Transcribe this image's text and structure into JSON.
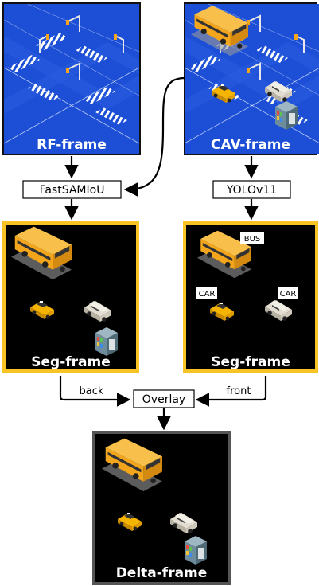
{
  "frames": {
    "rf": "RF-frame",
    "cav": "CAV-frame",
    "seg_left": "Seg-frame",
    "seg_right": "Seg-frame",
    "delta": "Delta-frame"
  },
  "processes": {
    "fastsam": "FastSAMIoU",
    "yolo": "YOLOv11",
    "overlay": "Overlay"
  },
  "edges": {
    "back": "back",
    "front": "front"
  },
  "detections": {
    "bus": "BUS",
    "car_left": "CAR",
    "car_right": "CAR"
  },
  "colors": {
    "scene_blue": "#1c4fd6",
    "seg_border": "#f7c325",
    "delta_border": "#555555",
    "bus_yellow": "#f3a51b",
    "taxi_yellow": "#f5b400"
  }
}
